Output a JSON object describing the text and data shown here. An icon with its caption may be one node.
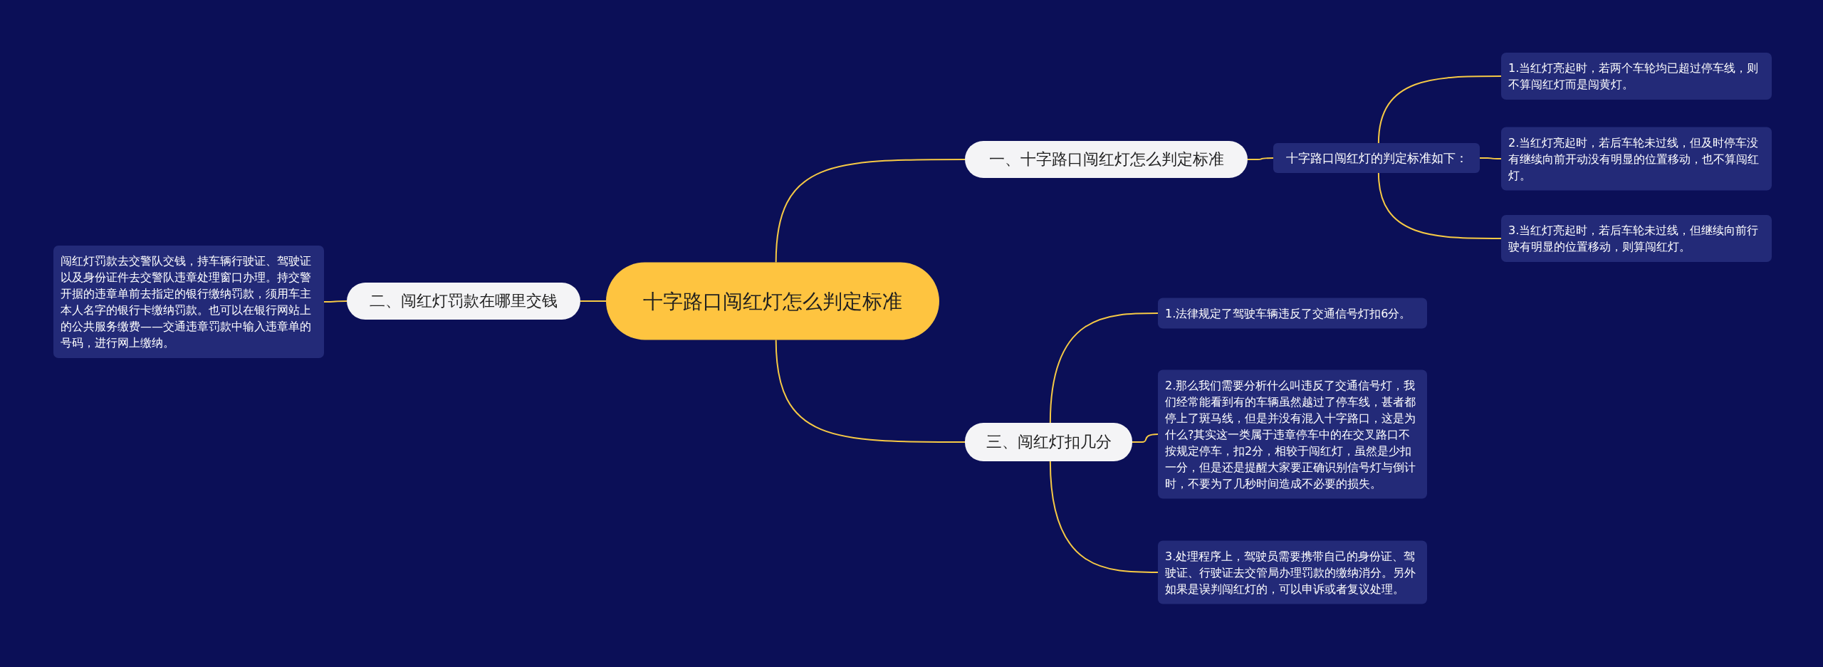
{
  "diagram": {
    "nodes": [
      {
        "text": [
          "十字路口闯红灯怎么判定标准"
        ]
      },
      {
        "text": [
          "一、十字路口闯红灯怎么判定标准"
        ]
      },
      {
        "text": [
          "十字路口闯红灯的判定标准如下："
        ]
      },
      {
        "text": [
          "1.当红灯亮起时，若两个车轮均已超过停车线，则不算闯红灯而是闯黄灯。"
        ]
      },
      {
        "text": [
          "2.当红灯亮起时，若后车轮未过线，但及时停车没有继续向前开动没有明显的位置移动，也不算闯红灯。"
        ]
      },
      {
        "text": [
          "3.当红灯亮起时，若后车轮未过线，但继续向前行驶有明显的位置移动，则算闯红灯。"
        ]
      },
      {
        "text": [
          "二、闯红灯罚款在哪里交钱"
        ]
      },
      {
        "text": [
          "闯红灯罚款去交警队交钱，持车辆行驶证、驾驶证以及身份证件去交警队违章处理窗口办理。持交警开据的违章单前去指定的银行缴纳罚款，须用车主本人名字的银行卡缴纳罚款。也可以在银行网站上的公共服务缴费——交通违章罚款中输入违章单的号码，进行网上缴纳。"
        ]
      },
      {
        "text": [
          "三、闯红灯扣几分"
        ]
      },
      {
        "text": [
          "1.法律规定了驾驶车辆违反了交通信号灯扣6分。"
        ]
      },
      {
        "text": [
          "2.那么我们需要分析什么叫违反了交通信号灯，我们经常能看到有的车辆虽然越过了停车线，甚者都停上了斑马线，但是并没有混入十字路口，这是为什么?其实这一类属于违章停车中的在交叉路口不按规定停车，扣2分，相较于闯红灯，虽然是少扣一分，但是还是提醒大家要正确识别信号灯与倒计时，不要为了几秒时间造成不必要的损失。"
        ]
      },
      {
        "text": [
          "3.处理程序上，驾驶员需要携带自己的身份证、驾驶证、行驶证去交管局办理罚款的缴纳消分。另外如果是误判闯红灯的，可以申诉或者复议处理。"
        ]
      }
    ],
    "edges": [
      {
        "from": 0,
        "to": 1,
        "arrow": "none"
      },
      {
        "from": 1,
        "to": 2,
        "arrow": "none"
      },
      {
        "from": 2,
        "to": 3,
        "arrow": "none"
      },
      {
        "from": 2,
        "to": 4,
        "arrow": "none"
      },
      {
        "from": 2,
        "to": 5,
        "arrow": "none"
      },
      {
        "from": 0,
        "to": 6,
        "arrow": "none"
      },
      {
        "from": 6,
        "to": 7,
        "arrow": "none"
      },
      {
        "from": 0,
        "to": 8,
        "arrow": "none"
      },
      {
        "from": 8,
        "to": 9,
        "arrow": "none"
      },
      {
        "from": 8,
        "to": 10,
        "arrow": "none"
      },
      {
        "from": 8,
        "to": 11,
        "arrow": "none"
      }
    ]
  }
}
